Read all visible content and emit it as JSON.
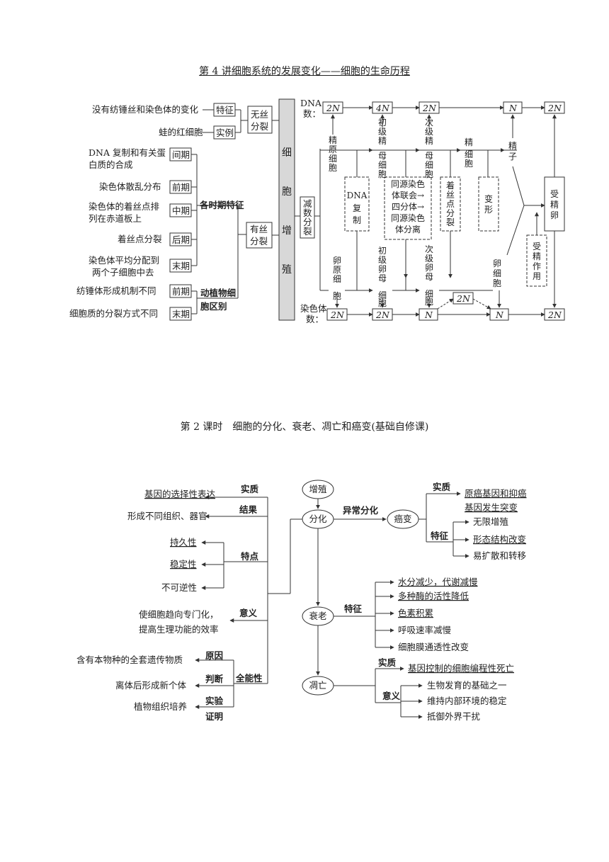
{
  "page_title": "第 4 讲细胞系统的发展变化——细胞的生命历程",
  "lesson_title": "第 2 课时　细胞的分化、衰老、凋亡和癌变(基础自修课)",
  "d1": {
    "no_spindle": "没有纺锤丝和染色体的变化",
    "tezheng": "特征",
    "frog_rbc": "蛙的红细胞",
    "shili": "实例",
    "amitosis": [
      "无丝",
      "分裂"
    ],
    "jianqi_desc": [
      "DNA 复制和有关蛋",
      "白质的合成"
    ],
    "jianqi": "间期",
    "qianqi_desc": "染色体散乱分布",
    "qianqi": "前期",
    "zhongqi_desc": [
      "染色体的着丝点排",
      "列在赤道板上"
    ],
    "zhongqi": "中期",
    "houqi_desc": "着丝点分裂",
    "houqi": "后期",
    "moqi_desc": [
      "染色体平均分配到",
      "两个子细胞中去"
    ],
    "moqi": "末期",
    "stage_features": "各时期特征",
    "spindle_diff": "纺锤体形成机制不同",
    "cyto_diff": "细胞质的分裂方式不同",
    "plant_animal_diff": [
      "动植物细",
      "胞区别"
    ],
    "mitosis": [
      "有丝",
      "分裂"
    ],
    "proliferation": [
      "细",
      "胞",
      "增",
      "殖"
    ],
    "meiosis": [
      "减",
      "数",
      "分",
      "裂"
    ],
    "dna_label": [
      "DNA",
      "数："
    ],
    "dna_values": [
      "2N",
      "4N",
      "2N",
      "N",
      "2N"
    ],
    "chrom_label": [
      "染色体",
      "数："
    ],
    "chrom_values": [
      "2N",
      "2N",
      "N",
      "2N",
      "N",
      "2N"
    ],
    "spermatogonium": [
      "精",
      "原",
      "细",
      "胞"
    ],
    "primary_spermatocyte": [
      "初",
      "级",
      "精",
      "母",
      "细",
      "胞"
    ],
    "secondary_spermatocyte": [
      "次",
      "级",
      "精",
      "母",
      "细",
      "胞"
    ],
    "spermatid": [
      "精",
      "细",
      "胞"
    ],
    "sperm": [
      "精",
      "子"
    ],
    "oogonium": [
      "卵",
      "原",
      "细",
      "胞"
    ],
    "primary_oocyte": [
      "初",
      "级",
      "卵",
      "母",
      "细",
      "胞"
    ],
    "secondary_oocyte": [
      "次",
      "级",
      "卵",
      "母",
      "细",
      "胞"
    ],
    "egg": [
      "卵",
      "细",
      "胞"
    ],
    "dna_replication": [
      "DNA",
      "复",
      "制"
    ],
    "synapsis": [
      "同源染色",
      "体联会→",
      "四分体→",
      "同源染色",
      "体分离"
    ],
    "centromere_split": [
      "着",
      "丝",
      "点",
      "分",
      "裂"
    ],
    "transform": [
      "变",
      "形"
    ],
    "fertilization": [
      "受",
      "精",
      "作",
      "用"
    ],
    "zygote": [
      "受",
      "精",
      "卵"
    ]
  },
  "d2": {
    "zengzhi": "增殖",
    "fenhua": "分化",
    "aibian": "癌变",
    "shuailao": "衰老",
    "diaowang": "凋亡",
    "yichang_fenhua": "异常分化",
    "shizhi_l": "实质",
    "gene_expr": "基因的选择性表达",
    "jieguo": "结果",
    "form_tissue": "形成不同组织、器官",
    "tedian": "特点",
    "chijiu": "持久性",
    "wending": "稳定性",
    "bukeni": "不可逆性",
    "yiyi_l": "意义",
    "meaning_lines": [
      "使细胞趋向专门化，",
      "提高生理功能的效率"
    ],
    "quanneng": "全能性",
    "yuanyin": "原因",
    "yuanyin_text": "含有本物种的全套遗传物质",
    "panduan": "判断",
    "panduan_text": "离体后形成新个体",
    "shiyan": "实验",
    "zhengming": "证明",
    "shiyan_text": "植物组织培养",
    "cancer_shizhi": "实质",
    "cancer_shizhi_text": [
      "原癌基因和抑癌",
      "基因发生突变"
    ],
    "cancer_tezheng": "特征",
    "cancer_features": [
      "无限增殖",
      "形态结构改变",
      "易扩散和转移"
    ],
    "aging_tezheng": "特征",
    "aging_features": [
      "水分减少，代谢减慢",
      "多种酶的活性降低",
      "色素积累",
      "呼吸速率减慢",
      "细胞膜通透性改变"
    ],
    "apop_shizhi": "实质",
    "apop_shizhi_text": "基因控制的细胞编程性死亡",
    "apop_yiyi": "意义",
    "apop_meaning": [
      "生物发育的基础之一",
      "维持内部环境的稳定",
      "抵御外界干扰"
    ]
  }
}
